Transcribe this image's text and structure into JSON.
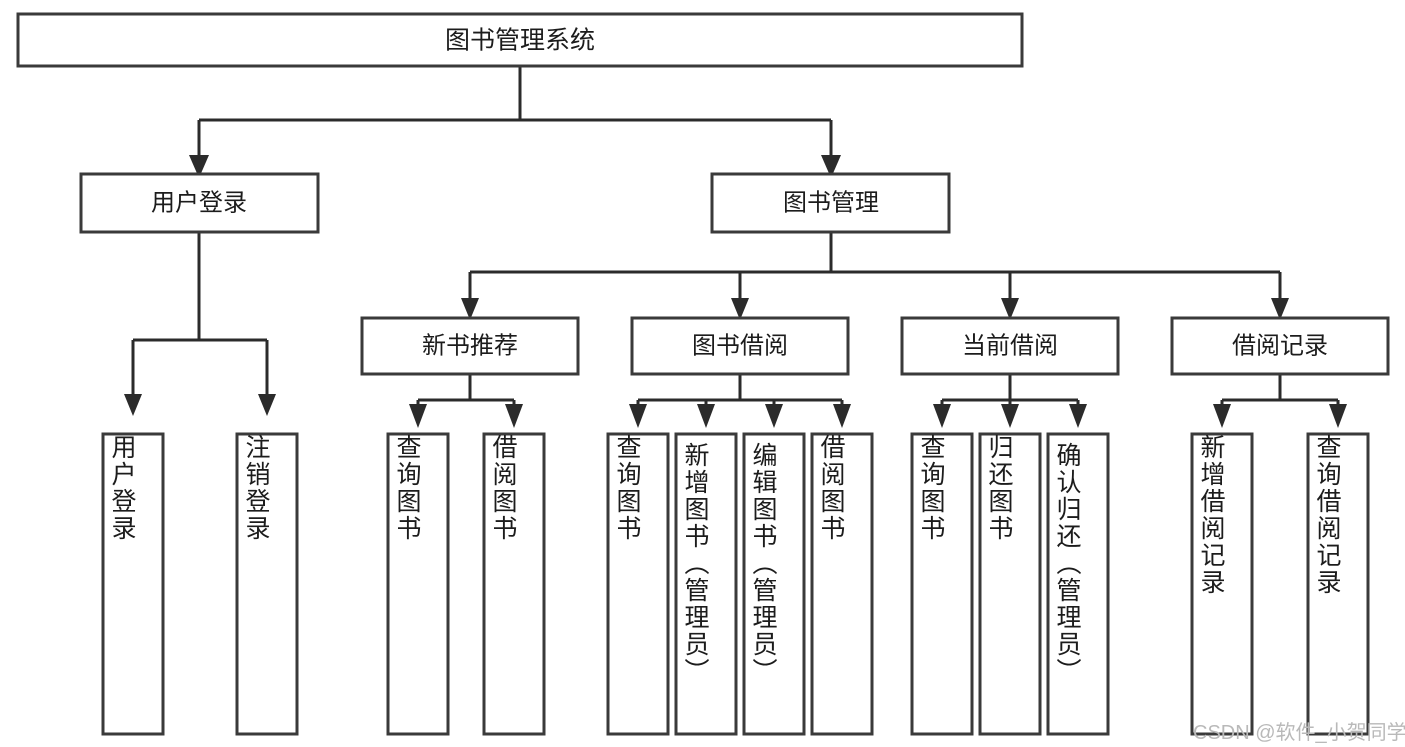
{
  "diagram": {
    "title": "图书管理系统",
    "type": "tree-hierarchy-chart",
    "background_color": "#ffffff",
    "box_stroke_color": "#3a3a3a",
    "connector_color": "#2b2b2b",
    "text_color": "#1c1c1c",
    "root": {
      "label": "图书管理系统"
    },
    "level2": [
      {
        "label": "用户登录"
      },
      {
        "label": "图书管理"
      }
    ],
    "level3": [
      {
        "label": "新书推荐"
      },
      {
        "label": "图书借阅"
      },
      {
        "label": "当前借阅"
      },
      {
        "label": "借阅记录"
      }
    ],
    "leaves": {
      "user_login": [
        {
          "label": "用户登录"
        },
        {
          "label": "注销登录"
        }
      ],
      "new_book_recommend": [
        {
          "label": "查询图书"
        },
        {
          "label": "借阅图书"
        }
      ],
      "book_borrow": [
        {
          "label": "查询图书"
        },
        {
          "label": "新增图书（管理员）"
        },
        {
          "label": "编辑图书（管理员）"
        },
        {
          "label": "借阅图书"
        }
      ],
      "current_borrow": [
        {
          "label": "查询图书"
        },
        {
          "label": "归还图书"
        },
        {
          "label": "确认归还（管理员）"
        }
      ],
      "borrow_record": [
        {
          "label": "新增借阅记录"
        },
        {
          "label": "查询借阅记录"
        }
      ]
    }
  },
  "watermark": {
    "text": "CSDN @软件_小贺同学"
  }
}
